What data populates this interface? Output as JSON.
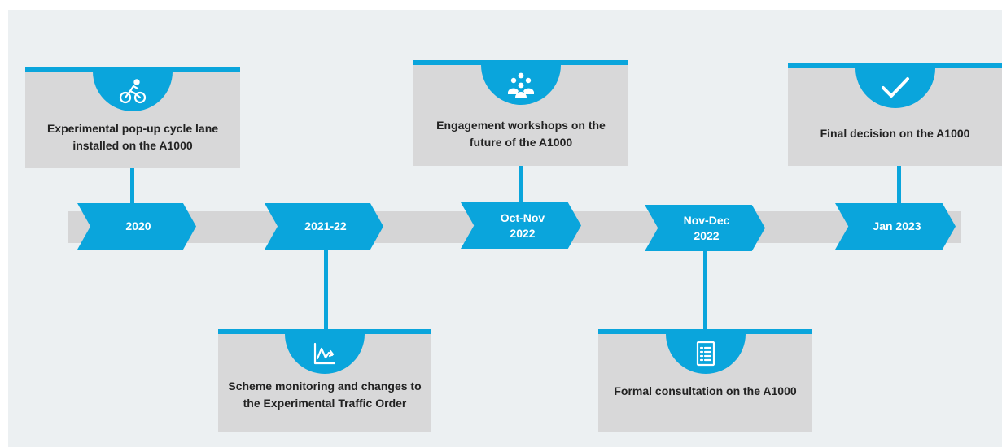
{
  "colors": {
    "accent": "#0aa5dc",
    "card": "#d8d8d9",
    "track": "#d5d5d6",
    "background": "#ecf0f2"
  },
  "milestones": [
    {
      "date": "2020",
      "description": "Experimental pop-up cycle lane installed on the A1000",
      "icon": "bicycle-icon"
    },
    {
      "date": "2021-22",
      "description": "Scheme monitoring and changes to the Experimental Traffic Order",
      "icon": "line-chart-icon"
    },
    {
      "date": "Oct-Nov\n2022",
      "description": "Engagement workshops on the future of the A1000",
      "icon": "people-group-icon"
    },
    {
      "date": "Nov-Dec\n2022",
      "description": "Formal consultation on the A1000",
      "icon": "document-list-icon"
    },
    {
      "date": "Jan 2023",
      "description": "Final decision on the A1000",
      "icon": "checkmark-icon"
    }
  ]
}
